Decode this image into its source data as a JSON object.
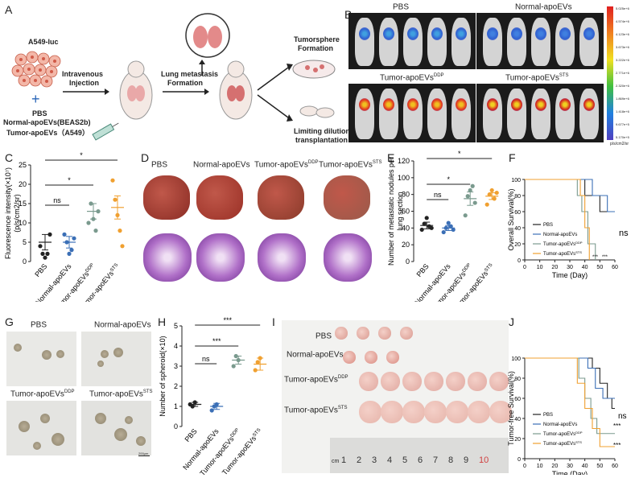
{
  "panel_letters": [
    "A",
    "B",
    "C",
    "D",
    "E",
    "F",
    "G",
    "H",
    "I",
    "J"
  ],
  "A": {
    "cell_line": "A549-luc",
    "plus": "+",
    "groups_line1": "PBS",
    "groups_line2": "Normal-apoEVs(BEAS2b)",
    "groups_line3": "Tumor-apoEVs（A549）",
    "step1": "Intravenous",
    "step1b": "Injection",
    "step2": "Lung metastasis",
    "step2b": "Formation",
    "out1": "Tumorsphere",
    "out1b": "Formation",
    "out2": "Limiting dilution",
    "out2b": "transplantation"
  },
  "B": {
    "labels": [
      "PBS",
      "Normal-apoEVs",
      "Tumor-apoEVs",
      "Tumor-apoEVs"
    ],
    "sups": [
      "",
      "",
      "DDP",
      "STS"
    ],
    "scale_ticks": [
      "5.025e+6",
      "4.574e+6",
      "4.123e+6",
      "3.673e+6",
      "3.222e+6",
      "2.771e+6",
      "2.320e+6",
      "1.869e+6",
      "1.418e+6",
      "9.677e+5",
      "5.170e+5"
    ],
    "unit": "p/s/cm2/sr"
  },
  "group_labels": [
    "PBS",
    "Normal-apoEVs",
    "Tumor-apoEVs",
    "Tumor-apoEVs"
  ],
  "group_sups": [
    "",
    "",
    "DDP",
    "STS"
  ],
  "D": {
    "labels": [
      "PBS",
      "Normal-apoEVs",
      "Tumor-apoEVs",
      "Tumor-apoEVs"
    ],
    "sups": [
      "",
      "",
      "DDP",
      "STS"
    ]
  },
  "G": {
    "labels": [
      "PBS",
      "Normal-apoEVs",
      "Tumor-apoEVs",
      "Tumor-apoEVs"
    ],
    "sups": [
      "",
      "",
      "DDP",
      "STS"
    ],
    "scale": "200μm"
  },
  "I": {
    "labels": [
      "PBS",
      "Normal-apoEVs",
      "Tumor-apoEVs",
      "Tumor-apoEVs"
    ],
    "sups": [
      "",
      "",
      "DDP",
      "STS"
    ],
    "ruler_unit": "cm",
    "ruler": [
      "1",
      "2",
      "3",
      "4",
      "5",
      "6",
      "7",
      "8",
      "9",
      "10"
    ]
  },
  "chart_data": [
    {
      "id": "C",
      "type": "scatter",
      "ylabel": "Fluorescence intensity(×10⁷)",
      "ylabel2": "(p/s/cm2/sr)",
      "ylim": [
        0,
        25
      ],
      "yticks": [
        0,
        5,
        10,
        15,
        20,
        25
      ],
      "colors": [
        "#222222",
        "#3b6fb6",
        "#7a9a8e",
        "#f0a030"
      ],
      "points": [
        [
          4,
          2,
          1,
          2,
          7
        ],
        [
          7,
          5,
          2,
          3,
          6
        ],
        [
          10,
          15,
          11,
          8,
          13
        ],
        [
          21,
          16,
          12,
          8,
          4
        ]
      ],
      "means": [
        5,
        5,
        13,
        14
      ],
      "sems": [
        2,
        1.5,
        2,
        3
      ],
      "sig": [
        [
          "ns",
          0,
          1
        ],
        [
          "*",
          0,
          2
        ],
        [
          "*",
          0,
          3
        ]
      ]
    },
    {
      "id": "E",
      "type": "scatter",
      "ylabel": "Number of metastatic nodules per",
      "ylabel2": "lung section",
      "ylim": [
        0,
        120
      ],
      "yticks": [
        0,
        20,
        40,
        60,
        80,
        100,
        120
      ],
      "colors": [
        "#222222",
        "#3b6fb6",
        "#7a9a8e",
        "#f0a030"
      ],
      "points": [
        [
          38,
          45,
          52,
          42,
          40
        ],
        [
          35,
          40,
          46,
          42,
          38
        ],
        [
          55,
          78,
          85,
          90,
          70
        ],
        [
          68,
          80,
          85,
          75,
          82
        ]
      ],
      "means": [
        43,
        40,
        75,
        78
      ],
      "sems": [
        4,
        3,
        8,
        4
      ],
      "sig": [
        [
          "ns",
          0,
          1
        ],
        [
          "*",
          0,
          2
        ],
        [
          "*",
          0,
          3
        ]
      ]
    },
    {
      "id": "H",
      "type": "scatter",
      "ylabel": "Number of spheroid(×10)",
      "ylabel2": "",
      "ylim": [
        0,
        5
      ],
      "yticks": [
        0,
        1,
        2,
        3,
        4,
        5
      ],
      "colors": [
        "#222222",
        "#3b6fb6",
        "#7a9a8e",
        "#f0a030"
      ],
      "points": [
        [
          1.1,
          1.0,
          1.2
        ],
        [
          0.8,
          1.0,
          1.1
        ],
        [
          3.0,
          3.5,
          3.3
        ],
        [
          2.8,
          3.2,
          3.4
        ]
      ],
      "means": [
        1.1,
        1.0,
        3.3,
        3.1
      ],
      "sems": [
        0.1,
        0.15,
        0.2,
        0.3
      ],
      "sig": [
        [
          "ns",
          0,
          1
        ],
        [
          "***",
          0,
          2
        ],
        [
          "***",
          0,
          3
        ]
      ]
    },
    {
      "id": "F",
      "type": "line",
      "ylabel": "Overall Survival(%)",
      "xlabel": "Time (Day)",
      "xlim": [
        0,
        60
      ],
      "ylim": [
        0,
        100
      ],
      "xticks": [
        0,
        10,
        20,
        30,
        40,
        50,
        60
      ],
      "yticks": [
        0,
        20,
        40,
        60,
        80,
        100
      ],
      "series": [
        {
          "name": "PBS",
          "color": "#222222",
          "steps": [
            [
              0,
              100
            ],
            [
              40,
              100
            ],
            [
              40,
              80
            ],
            [
              50,
              80
            ],
            [
              50,
              60
            ],
            [
              60,
              60
            ]
          ]
        },
        {
          "name": "Normal-apoEVs",
          "color": "#3b6fb6",
          "steps": [
            [
              0,
              100
            ],
            [
              45,
              100
            ],
            [
              45,
              80
            ],
            [
              55,
              80
            ],
            [
              55,
              60
            ],
            [
              60,
              60
            ]
          ]
        },
        {
          "name": "Tumor-apoEVsDDP",
          "color": "#7a9a8e",
          "steps": [
            [
              0,
              100
            ],
            [
              35,
              100
            ],
            [
              35,
              80
            ],
            [
              38,
              80
            ],
            [
              38,
              60
            ],
            [
              42,
              60
            ],
            [
              42,
              20
            ],
            [
              47,
              20
            ],
            [
              47,
              0
            ]
          ]
        },
        {
          "name": "Tumor-apoEVsSTS",
          "color": "#f0a030",
          "steps": [
            [
              0,
              100
            ],
            [
              37,
              100
            ],
            [
              37,
              80
            ],
            [
              40,
              80
            ],
            [
              40,
              40
            ],
            [
              43,
              40
            ],
            [
              43,
              0
            ]
          ]
        }
      ],
      "annotations": [
        "ns",
        "***",
        "***"
      ]
    },
    {
      "id": "J",
      "type": "line",
      "ylabel": "Tumor-free Survival(%)",
      "xlabel": "Time (Day)",
      "xlim": [
        0,
        60
      ],
      "ylim": [
        0,
        100
      ],
      "xticks": [
        0,
        10,
        20,
        30,
        40,
        50,
        60
      ],
      "yticks": [
        0,
        20,
        40,
        60,
        80,
        100
      ],
      "series": [
        {
          "name": "PBS",
          "color": "#222222",
          "steps": [
            [
              0,
              100
            ],
            [
              45,
              100
            ],
            [
              45,
              90
            ],
            [
              50,
              90
            ],
            [
              50,
              75
            ],
            [
              55,
              75
            ],
            [
              55,
              60
            ],
            [
              58,
              60
            ],
            [
              58,
              50
            ],
            [
              60,
              50
            ]
          ]
        },
        {
          "name": "Normal-apoEVs",
          "color": "#3b6fb6",
          "steps": [
            [
              0,
              100
            ],
            [
              42,
              100
            ],
            [
              42,
              90
            ],
            [
              47,
              90
            ],
            [
              47,
              70
            ],
            [
              52,
              70
            ],
            [
              52,
              60
            ],
            [
              60,
              60
            ]
          ]
        },
        {
          "name": "Tumor-apoEVsDDP",
          "color": "#7a9a8e",
          "steps": [
            [
              0,
              100
            ],
            [
              36,
              100
            ],
            [
              36,
              80
            ],
            [
              40,
              80
            ],
            [
              40,
              60
            ],
            [
              44,
              60
            ],
            [
              44,
              40
            ],
            [
              48,
              40
            ],
            [
              48,
              25
            ],
            [
              60,
              25
            ]
          ]
        },
        {
          "name": "Tumor-apoEVsSTS",
          "color": "#f0a030",
          "steps": [
            [
              0,
              100
            ],
            [
              35,
              100
            ],
            [
              35,
              75
            ],
            [
              40,
              75
            ],
            [
              40,
              50
            ],
            [
              45,
              50
            ],
            [
              45,
              30
            ],
            [
              50,
              30
            ],
            [
              50,
              12
            ],
            [
              60,
              12
            ]
          ]
        }
      ],
      "annotations": [
        "ns",
        "***",
        "***"
      ]
    }
  ]
}
